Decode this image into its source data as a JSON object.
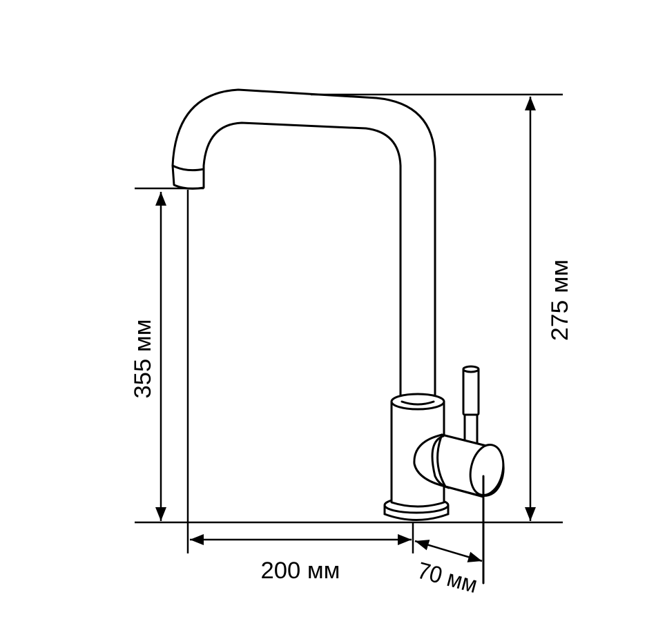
{
  "title": "Faucet dimensions drawing",
  "dimensions": {
    "spout_height": "355 мм",
    "total_height": "275 мм",
    "spout_reach": "200 мм",
    "handle_offset": "70 мм"
  },
  "colors": {
    "line": "#000000",
    "background": "#ffffff"
  }
}
